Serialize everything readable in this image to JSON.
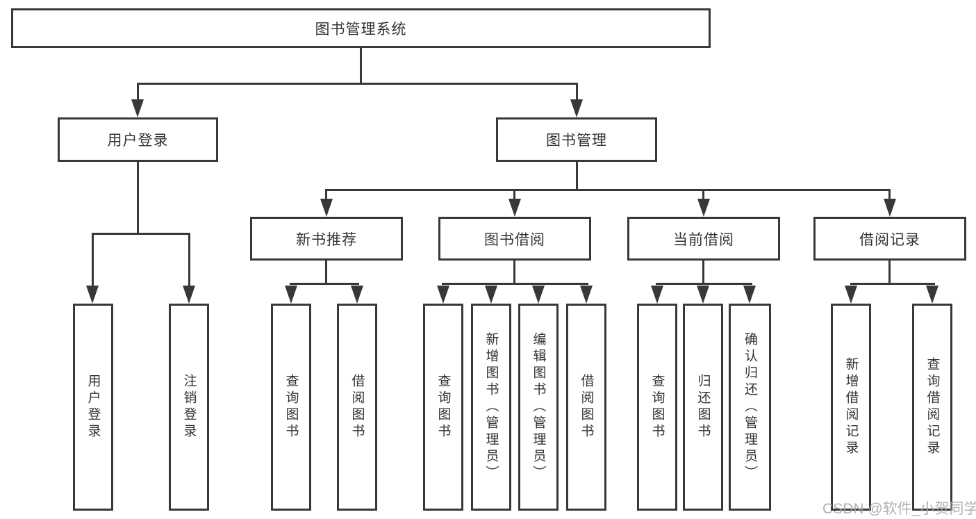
{
  "diagram": {
    "root": "图书管理系统",
    "level2": [
      "用户登录",
      "图书管理"
    ],
    "level3": [
      "新书推荐",
      "图书借阅",
      "当前借阅",
      "借阅记录"
    ],
    "leaves_user_login": [
      "用户登录",
      "注销登录"
    ],
    "leaves_new_books": [
      "查询图书",
      "借阅图书"
    ],
    "leaves_book_borrow": [
      "查询图书",
      "新增图书（管理员）",
      "编辑图书（管理员）",
      "借阅图书"
    ],
    "leaves_current_borrow": [
      "查询图书",
      "归还图书",
      "确认归还（管理员）"
    ],
    "leaves_borrow_records": [
      "新增借阅记录",
      "查询借阅记录"
    ]
  },
  "watermark": "CSDN @软件_小贺同学",
  "colors": {
    "line": "#383838",
    "text": "#333333",
    "box_background": "#ffffff",
    "page_background": "#ffffff",
    "watermark": "#a9a9a9"
  }
}
